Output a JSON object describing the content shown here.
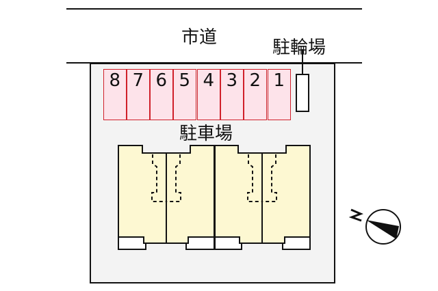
{
  "labels": {
    "road": "市道",
    "bicycle_parking": "駐輪場",
    "car_parking": "駐車場"
  },
  "parking_stalls": [
    {
      "number": "8"
    },
    {
      "number": "7"
    },
    {
      "number": "6"
    },
    {
      "number": "5"
    },
    {
      "number": "4"
    },
    {
      "number": "3"
    },
    {
      "number": "2"
    },
    {
      "number": "1"
    }
  ],
  "compass": {
    "direction_label": "N"
  },
  "colors": {
    "stall_fill": "#fde3ea",
    "stall_border": "#d0202a",
    "building_fill": "#fdf8d2",
    "lot_fill": "#f3f3f3",
    "line": "#111111"
  }
}
